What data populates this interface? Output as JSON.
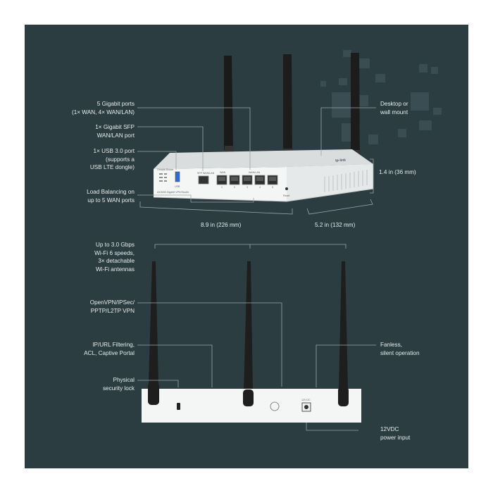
{
  "callouts": {
    "gigabit_ports": "5  Gigabit ports\n(1× WAN, 4× WAN/LAN)",
    "sfp_port": "1× Gigabit SFP\nWAN/LAN port",
    "usb_port": "1× USB 3.0 port\n(supports a\nUSB LTE dongle)",
    "load_balancing": "Load Balancing on\nup to 5 WAN ports",
    "mount": "Desktop or\nwall mount",
    "height": "1.4 in (36 mm)",
    "width": "8.9 in (226 mm)",
    "depth": "5.2 in (132 mm)",
    "wifi": "Up to 3.0 Gbps\nWi-Fi 6 speeds,\n3× detachable\nWi-Fi antennas",
    "vpn": "OpenVPN/IPSec/\nPPTP/L2TP VPN",
    "filtering": "IP/URL Filtering,\nACL, Captive Portal",
    "security_lock": "Physical\nsecurity lock",
    "fanless": "Fanless,\nsilent operation",
    "power": "12VDC\npower input"
  },
  "device": {
    "brand": "tp-link",
    "model": "Omada Router",
    "model_sub": "AX3000 Gigabit VPN Router",
    "usb_label": "USB",
    "sfp_label": "SFP WAN/LAN",
    "wan_label": "WAN",
    "wanlan_label": "WAN/LAN",
    "reset_label": "Reset",
    "dc_label": "12V DC",
    "port_numbers": [
      "1",
      "2",
      "3",
      "4",
      "5"
    ]
  },
  "colors": {
    "background": "#2c3d41",
    "page": "#ffffff",
    "device_body": "#f4f5f5",
    "antenna": "#1c1c1c",
    "leader_line": "#9aa6a8",
    "label_text": "#e6ecec"
  }
}
